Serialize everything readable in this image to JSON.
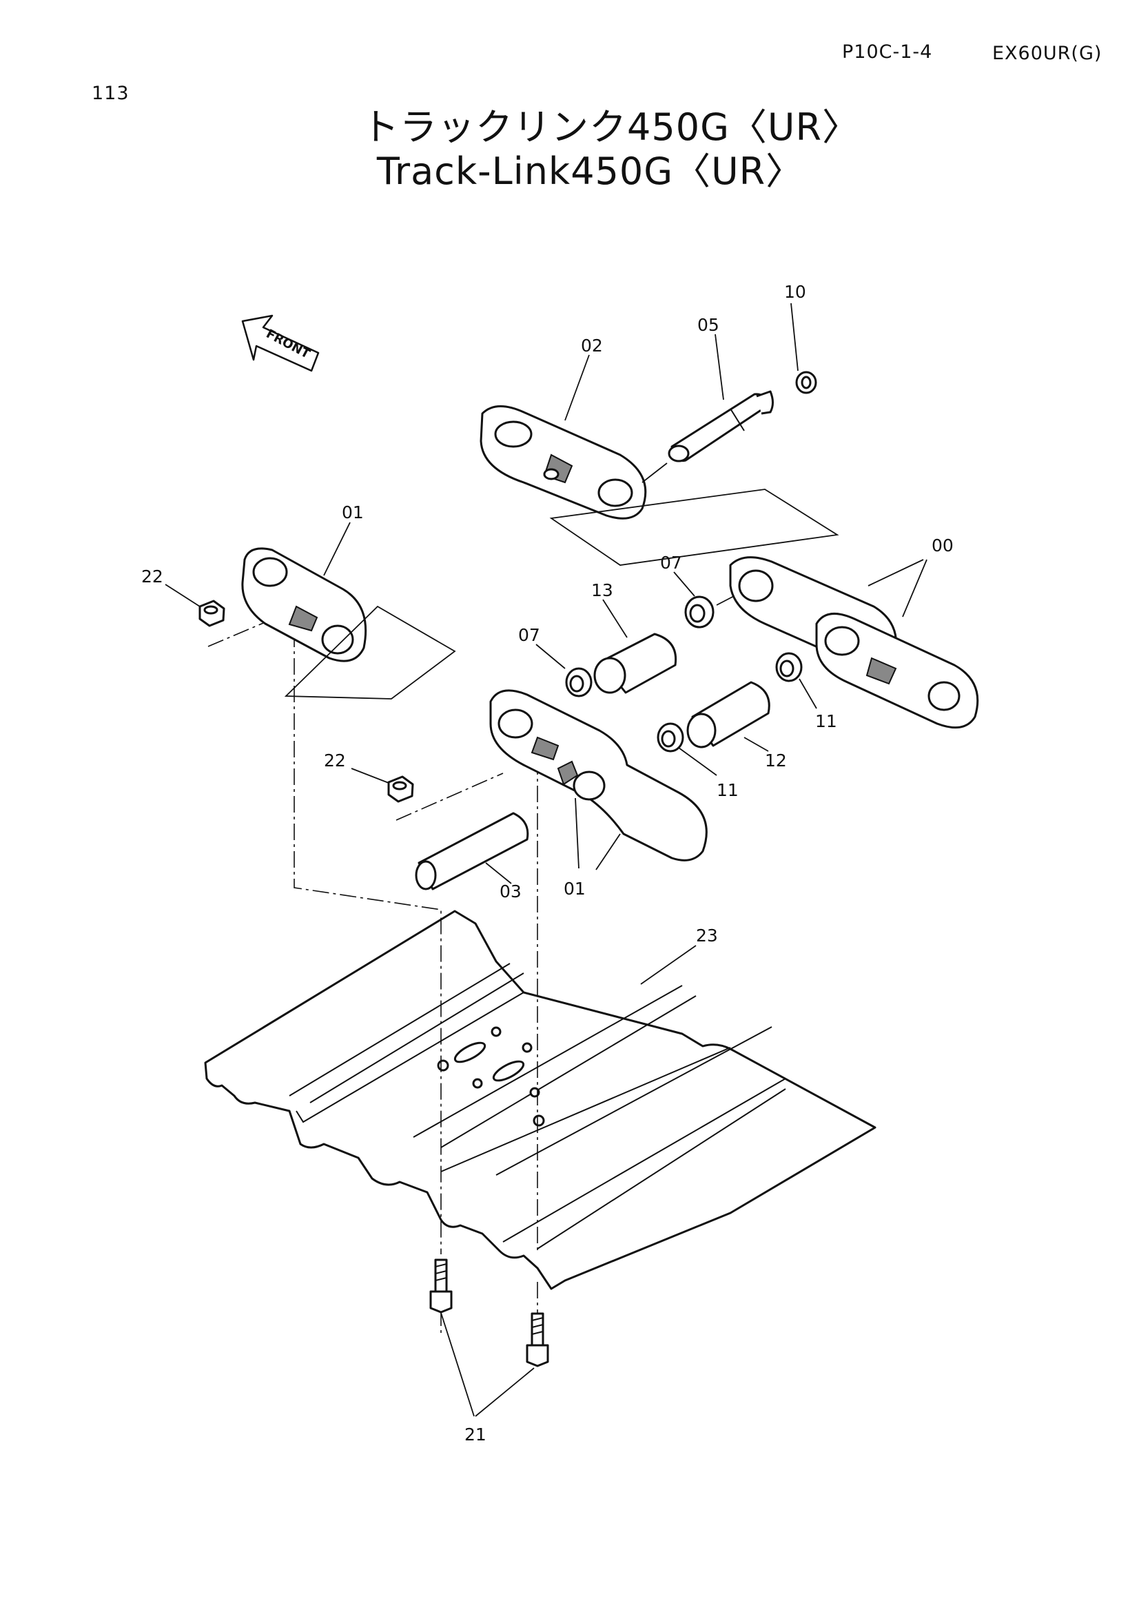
{
  "header": {
    "page_number": "113",
    "drawing_code": "P10C-1-4",
    "model": "EX60UR(G)"
  },
  "title": {
    "japanese": "トラックリンク450G〈UR〉",
    "english": "Track-Link450G〈UR〉"
  },
  "front_marker": "FRONT",
  "callouts": {
    "c00": "00",
    "c01_top": "01",
    "c01_bottom": "01",
    "c02": "02",
    "c03": "03",
    "c05": "05",
    "c07_upper": "07",
    "c07_lower": "07",
    "c10": "10",
    "c11_right": "11",
    "c11_lower": "11",
    "c12": "12",
    "c13": "13",
    "c21": "21",
    "c22_upper": "22",
    "c22_lower": "22",
    "c23": "23"
  }
}
